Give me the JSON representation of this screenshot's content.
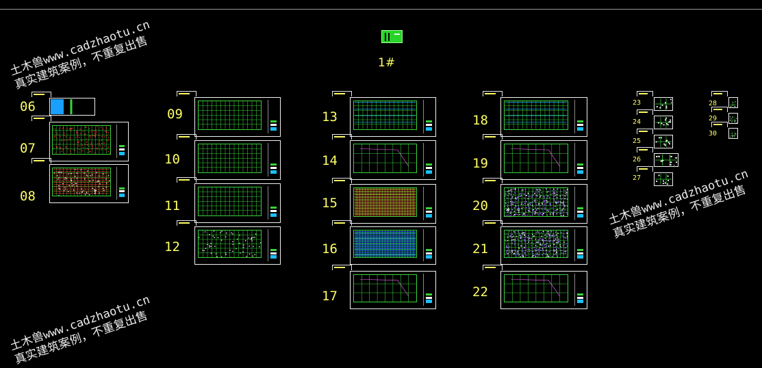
{
  "drawing": {
    "title": "1#",
    "watermark_lines": [
      "土木兽www.cadzhaotu.cn",
      "真实建筑案例，不重复出售"
    ]
  },
  "sheets": [
    {
      "label": "06",
      "style": "mini"
    },
    {
      "label": "07",
      "style": "rebar-red"
    },
    {
      "label": "08",
      "style": "rebar-heavy"
    },
    {
      "label": "09",
      "style": "plan"
    },
    {
      "label": "10",
      "style": "plan"
    },
    {
      "label": "11",
      "style": "plan"
    },
    {
      "label": "12",
      "style": "plan-white"
    },
    {
      "label": "13",
      "style": "plan-cyan"
    },
    {
      "label": "14",
      "style": "plan-sparse"
    },
    {
      "label": "15",
      "style": "dense-red"
    },
    {
      "label": "16",
      "style": "dense-blue"
    },
    {
      "label": "17",
      "style": "plan-sparse"
    },
    {
      "label": "18",
      "style": "plan-cyan"
    },
    {
      "label": "19",
      "style": "plan-sparse"
    },
    {
      "label": "20",
      "style": "dense-purple"
    },
    {
      "label": "21",
      "style": "dense-purple"
    },
    {
      "label": "22",
      "style": "plan-sparse"
    },
    {
      "label": "23",
      "style": "detail"
    },
    {
      "label": "24",
      "style": "detail"
    },
    {
      "label": "25",
      "style": "detail"
    },
    {
      "label": "26",
      "style": "detail"
    },
    {
      "label": "27",
      "style": "detail"
    },
    {
      "label": "28",
      "style": "detail"
    },
    {
      "label": "29",
      "style": "detail"
    },
    {
      "label": "30",
      "style": "detail"
    }
  ],
  "colors": {
    "background": "#000000",
    "frame": "#f2f2f2",
    "plan_line": "#3ad43a",
    "label": "#ffff66",
    "cyan": "#19c0ff",
    "red": "#ff3030",
    "purple": "#a36bff"
  }
}
